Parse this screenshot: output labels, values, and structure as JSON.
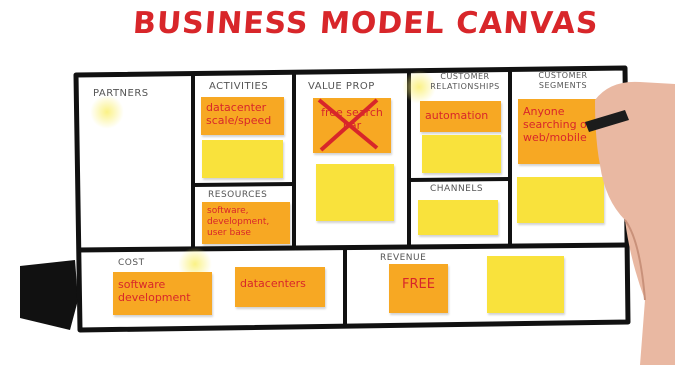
{
  "title": "BUSINESS MODEL CANVAS",
  "sections": {
    "partners": "PARTNERS",
    "activities": "ACTIVITIES",
    "value_prop": "VALUE PROP",
    "customer_relationships": "CUSTOMER RELATIONSHIPS",
    "customer_segments": "CUSTOMER SEGMENTS",
    "resources": "RESOURCES",
    "channels": "CHANNELS",
    "cost": "COST",
    "revenue": "REVENUE"
  },
  "notes": {
    "activities_1": "datacenter scale/speed",
    "value_prop_1": "free search bar",
    "customer_relationships_1": "automation",
    "customer_segments_1": "Anyone searching on web/mobile",
    "resources_1": "software, development, user base",
    "cost_1": "software development",
    "cost_2": "datacenters",
    "revenue_1": "FREE"
  },
  "colors": {
    "title_red": "#d8262a",
    "sticky_orange": "#f7a823",
    "sticky_yellow": "#f9e23c",
    "line": "#111111"
  }
}
